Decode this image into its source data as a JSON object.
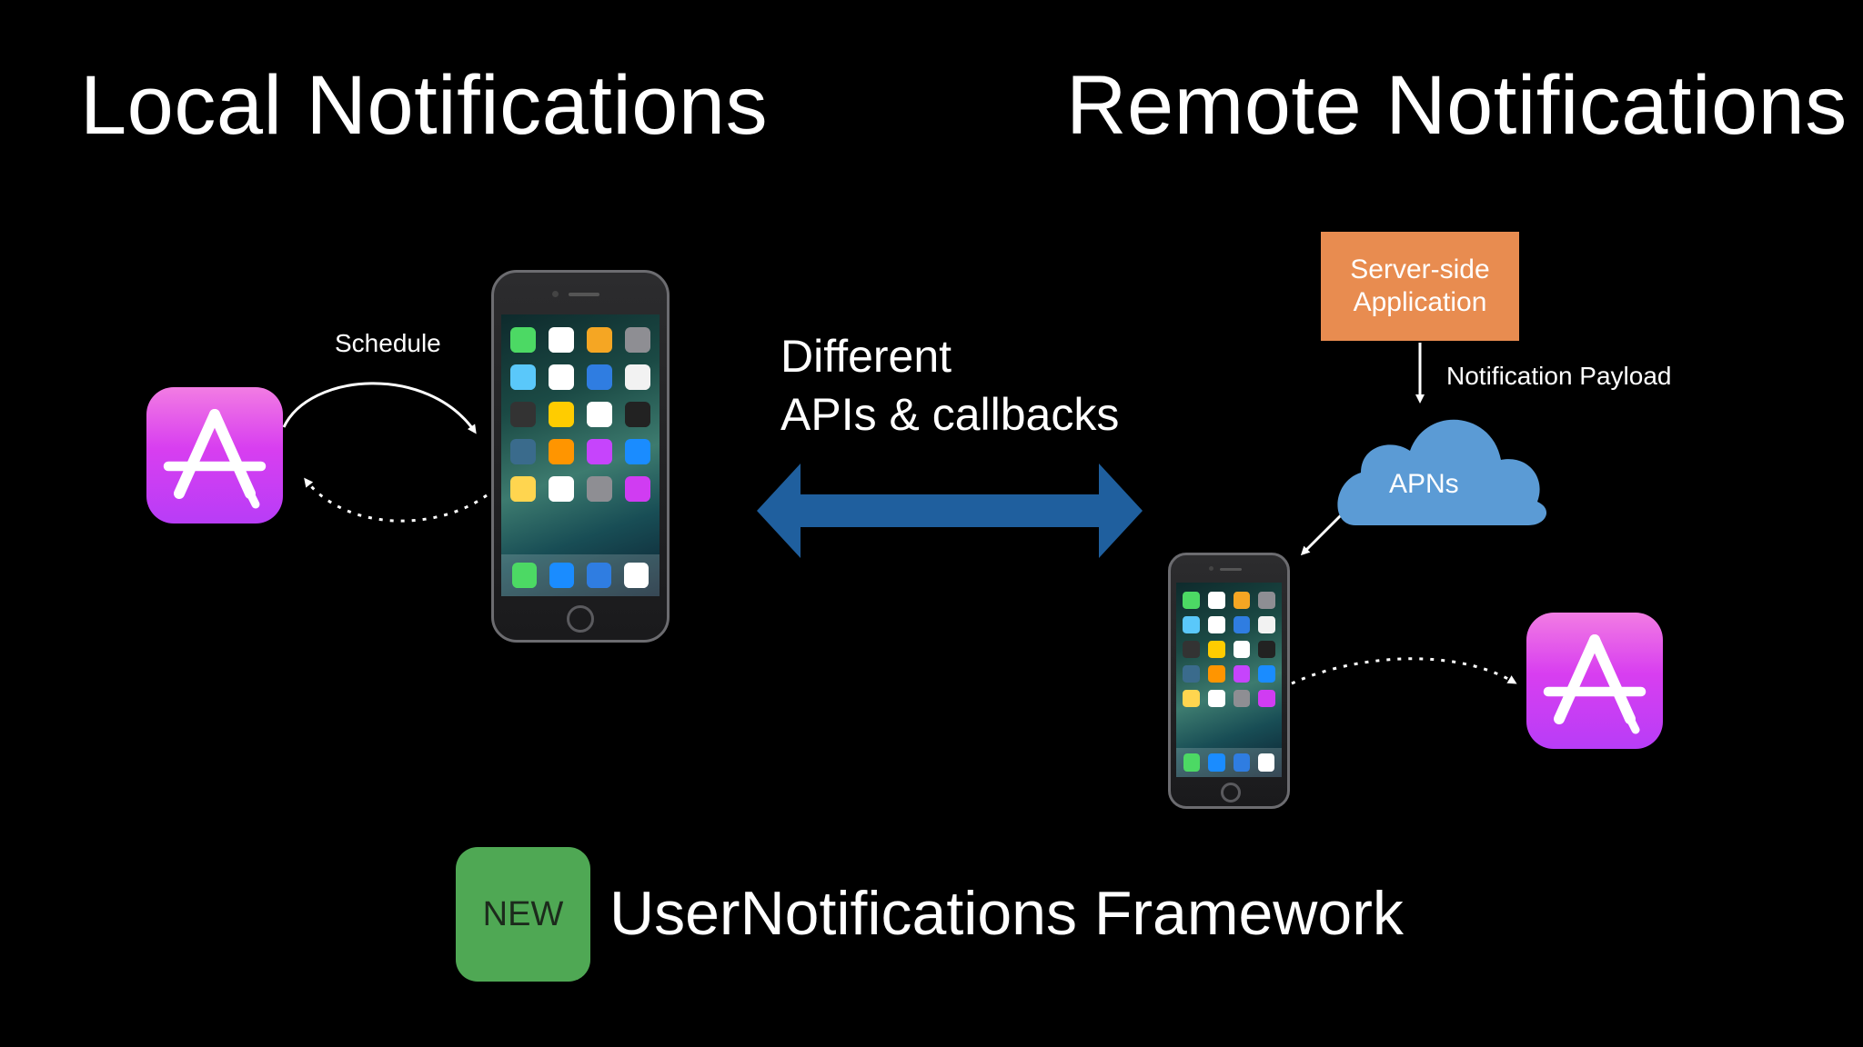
{
  "titles": {
    "local": "Local Notifications",
    "remote": "Remote Notifications"
  },
  "local_flow": {
    "schedule_label": "Schedule"
  },
  "middle": {
    "line1": "Different",
    "line2": "APIs & callbacks",
    "arrow_color": "#1f5f9e"
  },
  "remote_flow": {
    "server_line1": "Server-side",
    "server_line2": "Application",
    "payload_label": "Notification Payload",
    "cloud_label": "APNs",
    "server_color": "#e88c50",
    "cloud_color": "#5b9bd5"
  },
  "footer": {
    "badge": "NEW",
    "framework": "UserNotifications Framework",
    "badge_color": "#4fa854"
  },
  "icons": [
    "app-store-icon",
    "iphone-icon",
    "cloud-icon",
    "double-arrow-icon"
  ]
}
